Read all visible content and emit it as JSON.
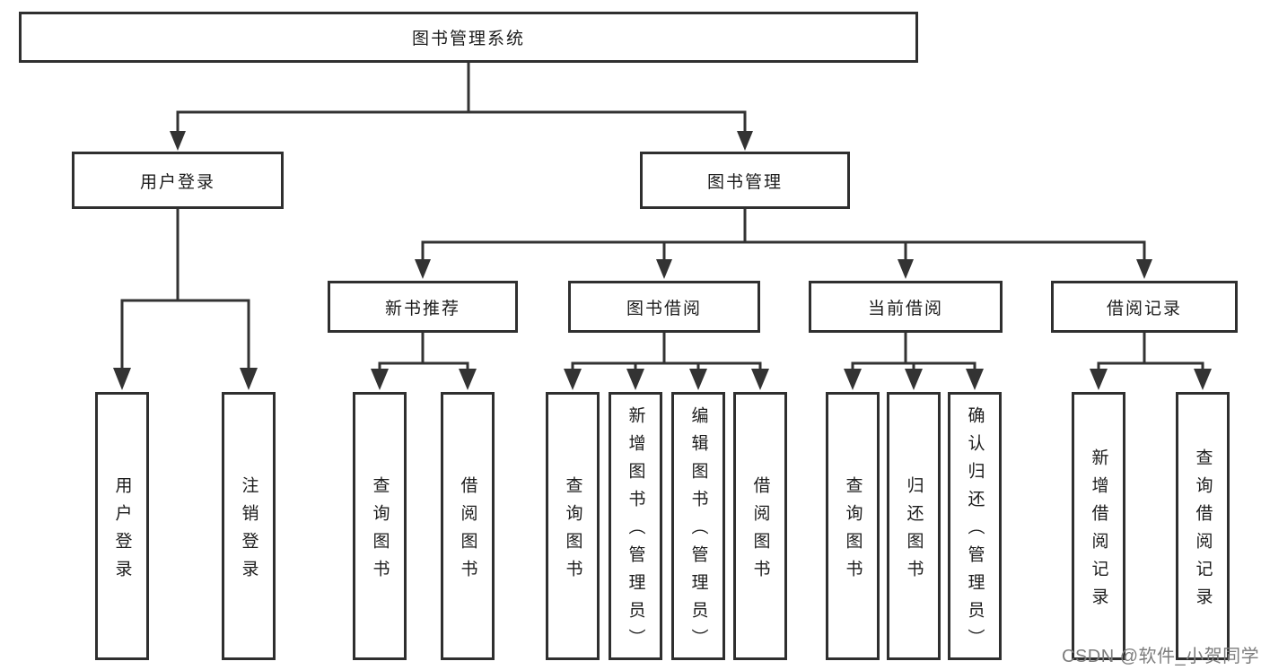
{
  "tree": {
    "label": "图书管理系统",
    "children": [
      {
        "label": "用户登录",
        "children": [
          {
            "label": "用户登录"
          },
          {
            "label": "注销登录"
          }
        ]
      },
      {
        "label": "图书管理",
        "children": [
          {
            "label": "新书推荐",
            "children": [
              {
                "label": "查询图书"
              },
              {
                "label": "借阅图书"
              }
            ]
          },
          {
            "label": "图书借阅",
            "children": [
              {
                "label": "查询图书"
              },
              {
                "label": "新增图书（管理员）"
              },
              {
                "label": "编辑图书（管理员）"
              },
              {
                "label": "借阅图书"
              }
            ]
          },
          {
            "label": "当前借阅",
            "children": [
              {
                "label": "查询图书"
              },
              {
                "label": "归还图书"
              },
              {
                "label": "确认归还（管理员）"
              }
            ]
          },
          {
            "label": "借阅记录",
            "children": [
              {
                "label": "新增借阅记录"
              },
              {
                "label": "查询借阅记录"
              }
            ]
          }
        ]
      }
    ]
  },
  "watermark": {
    "text": "CSDN @软件_小贺同学",
    "color": "#7d7d7d"
  },
  "colors": {
    "background": "#ffffff",
    "line": "#333333",
    "box_border": "#2f2f2f",
    "text": "#1c1c1c"
  }
}
